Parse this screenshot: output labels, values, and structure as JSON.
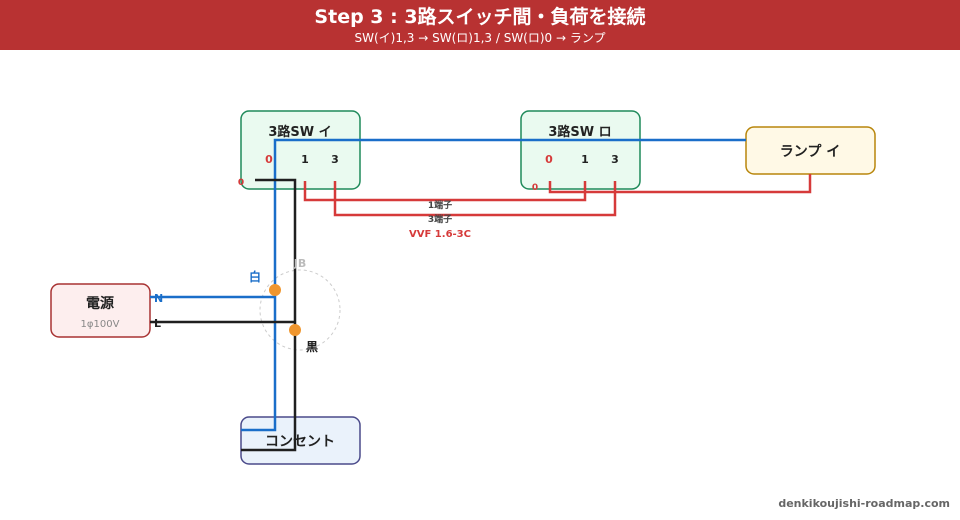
{
  "header": {
    "title": "Step 3 : 3路スイッチ間・負荷を接続",
    "subtitle": "SW(イ)1,3 → SW(ロ)1,3 / SW(ロ)0 → ランプ"
  },
  "boxes": {
    "sw_i": {
      "label": "3路SW イ",
      "t0": "0",
      "t1": "1",
      "t3": "3",
      "side0": "0"
    },
    "sw_ro": {
      "label": "3路SW ロ",
      "t0": "0",
      "t1": "1",
      "t3": "3",
      "side0": "0"
    },
    "lamp": {
      "label": "ランプ イ"
    },
    "power": {
      "label": "電源",
      "spec": "1φ100V",
      "n": "N",
      "l": "L"
    },
    "outlet": {
      "label": "コンセント"
    }
  },
  "labels": {
    "jb": "JB",
    "white": "白",
    "black": "黒",
    "term1": "1端子",
    "term3": "3端子",
    "cable": "VVF 1.6-3C"
  },
  "footer": "denkikoujishi-roadmap.com",
  "colors": {
    "header": "#b83232",
    "blue": "#1a6ec9",
    "black": "#1f1f1f",
    "red": "#d63a3a",
    "node": "#f0962e",
    "sw_fill": "#eafaf0",
    "sw_stroke": "#1f8a5a",
    "lamp_fill": "#fff9e6",
    "lamp_stroke": "#b8860b",
    "power_fill": "#fdeeee",
    "power_stroke": "#a83232",
    "outlet_fill": "#eaf2fb",
    "outlet_stroke": "#4a4a8a"
  }
}
